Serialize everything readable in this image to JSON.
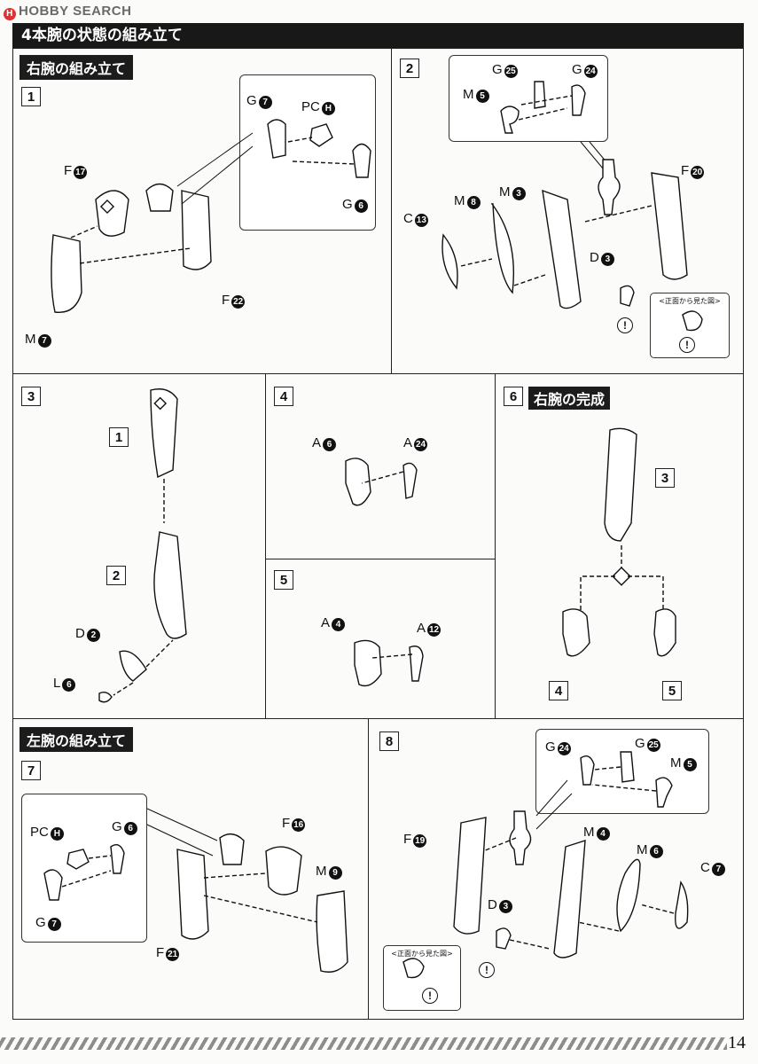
{
  "watermark": "HOBBY SEARCH",
  "header": "4本腕の状態の組み立て",
  "sections": {
    "right_arm": "右腕の組み立て",
    "left_arm": "左腕の組み立て",
    "right_arm_done": "右腕の完成"
  },
  "front_view": "<正面から見た図>",
  "page_number": "14",
  "steps": {
    "s1": {
      "num": "1",
      "labels": [
        {
          "t": "G",
          "n": "7"
        },
        {
          "t": "PC",
          "n": "H"
        },
        {
          "t": "G",
          "n": "6"
        },
        {
          "t": "F",
          "n": "17"
        },
        {
          "t": "F",
          "n": "22"
        },
        {
          "t": "M",
          "n": "7"
        }
      ]
    },
    "s2": {
      "num": "2",
      "labels": [
        {
          "t": "G",
          "n": "25"
        },
        {
          "t": "G",
          "n": "24"
        },
        {
          "t": "M",
          "n": "5"
        },
        {
          "t": "F",
          "n": "20"
        },
        {
          "t": "M",
          "n": "3"
        },
        {
          "t": "M",
          "n": "8"
        },
        {
          "t": "C",
          "n": "13"
        },
        {
          "t": "D",
          "n": "3"
        }
      ]
    },
    "s3": {
      "num": "3",
      "labels": [
        {
          "t": "D",
          "n": "2"
        },
        {
          "t": "L",
          "n": "6"
        }
      ],
      "refs": [
        "1",
        "2"
      ]
    },
    "s4": {
      "num": "4",
      "labels": [
        {
          "t": "A",
          "n": "6"
        },
        {
          "t": "A",
          "n": "24"
        }
      ]
    },
    "s5": {
      "num": "5",
      "labels": [
        {
          "t": "A",
          "n": "4"
        },
        {
          "t": "A",
          "n": "12"
        }
      ]
    },
    "s6": {
      "num": "6",
      "refs": [
        "3",
        "4",
        "5"
      ]
    },
    "s7": {
      "num": "7",
      "labels": [
        {
          "t": "PC",
          "n": "H"
        },
        {
          "t": "G",
          "n": "6"
        },
        {
          "t": "G",
          "n": "7"
        },
        {
          "t": "F",
          "n": "16"
        },
        {
          "t": "M",
          "n": "9"
        },
        {
          "t": "F",
          "n": "21"
        }
      ]
    },
    "s8": {
      "num": "8",
      "labels": [
        {
          "t": "G",
          "n": "24"
        },
        {
          "t": "G",
          "n": "25"
        },
        {
          "t": "M",
          "n": "5"
        },
        {
          "t": "F",
          "n": "19"
        },
        {
          "t": "M",
          "n": "4"
        },
        {
          "t": "M",
          "n": "6"
        },
        {
          "t": "C",
          "n": "7"
        },
        {
          "t": "D",
          "n": "3"
        }
      ]
    }
  }
}
